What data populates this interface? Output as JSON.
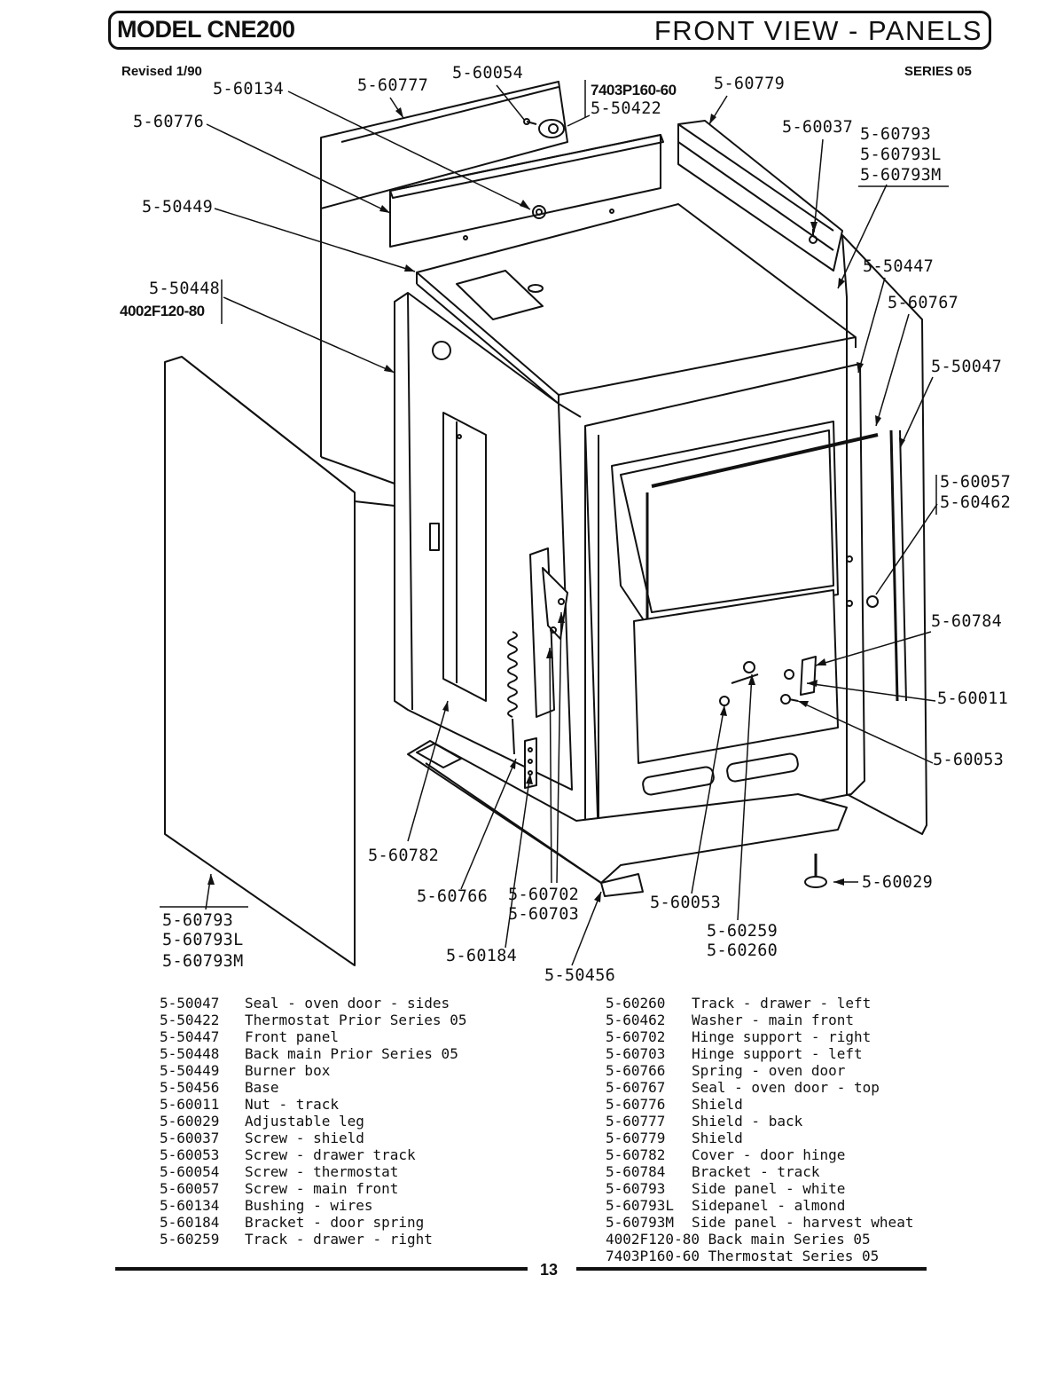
{
  "header": {
    "model": "MODEL CNE200",
    "title": "FRONT VIEW - PANELS",
    "revised": "Revised 1/90",
    "series": "SERIES 05"
  },
  "callouts": {
    "c_60134": "5-60134",
    "c_60777": "5-60777",
    "c_60054": "5-60054",
    "c_7403": "7403P160-60",
    "c_50422": "5-50422",
    "c_60779": "5-60779",
    "c_60776": "5-60776",
    "c_60037": "5-60037",
    "c_60793_a": "5-60793",
    "c_60793L_a": "5-60793L",
    "c_60793M_a": "5-60793M",
    "c_50449": "5-50449",
    "c_50447": "5-50447",
    "c_50448": "5-50448",
    "c_4002": "4002F120-80",
    "c_60767": "5-60767",
    "c_50047": "5-50047",
    "c_60057": "5-60057",
    "c_60462": "5-60462",
    "c_60784": "5-60784",
    "c_60011": "5-60011",
    "c_60053_r": "5-60053",
    "c_60782": "5-60782",
    "c_60029": "5-60029",
    "c_60766": "5-60766",
    "c_60702": "5-60702",
    "c_60703": "5-60703",
    "c_60053_b": "5-60053",
    "c_60259": "5-60259",
    "c_60260": "5-60260",
    "c_60793_b": "5-60793",
    "c_60793L_b": "5-60793L",
    "c_60793M_b": "5-60793M",
    "c_60184": "5-60184",
    "c_50456": "5-50456"
  },
  "legend_left": [
    {
      "part": "5-50047",
      "desc": "Seal - oven door - sides"
    },
    {
      "part": "5-50422",
      "desc": "Thermostat Prior Series 05"
    },
    {
      "part": "5-50447",
      "desc": "Front panel"
    },
    {
      "part": "5-50448",
      "desc": "Back main Prior Series 05"
    },
    {
      "part": "5-50449",
      "desc": "Burner box"
    },
    {
      "part": "5-50456",
      "desc": "Base"
    },
    {
      "part": "5-60011",
      "desc": "Nut - track"
    },
    {
      "part": "5-60029",
      "desc": "Adjustable leg"
    },
    {
      "part": "5-60037",
      "desc": "Screw - shield"
    },
    {
      "part": "5-60053",
      "desc": "Screw - drawer track"
    },
    {
      "part": "5-60054",
      "desc": "Screw - thermostat"
    },
    {
      "part": "5-60057",
      "desc": "Screw - main front"
    },
    {
      "part": "5-60134",
      "desc": "Bushing - wires"
    },
    {
      "part": "5-60184",
      "desc": "Bracket - door spring"
    },
    {
      "part": "5-60259",
      "desc": "Track - drawer - right"
    }
  ],
  "legend_right": [
    {
      "part": "5-60260",
      "desc": "Track - drawer - left"
    },
    {
      "part": "5-60462",
      "desc": "Washer - main front"
    },
    {
      "part": "5-60702",
      "desc": "Hinge support - right"
    },
    {
      "part": "5-60703",
      "desc": "Hinge support - left"
    },
    {
      "part": "5-60766",
      "desc": "Spring - oven door"
    },
    {
      "part": "5-60767",
      "desc": "Seal - oven door - top"
    },
    {
      "part": "5-60776",
      "desc": "Shield"
    },
    {
      "part": "5-60777",
      "desc": "Shield - back"
    },
    {
      "part": "5-60779",
      "desc": "Shield"
    },
    {
      "part": "5-60782",
      "desc": "Cover - door hinge"
    },
    {
      "part": "5-60784",
      "desc": "Bracket - track"
    },
    {
      "part": "5-60793",
      "desc": "Side panel - white"
    },
    {
      "part": "5-60793L",
      "desc": "Sidepanel - almond"
    },
    {
      "part": "5-60793M",
      "desc": "Side panel - harvest wheat"
    },
    {
      "part": "4002F120-80",
      "desc": "Back main  Series 05"
    },
    {
      "part": "7403P160-60",
      "desc": "Thermostat  Series 05"
    }
  ],
  "footer": {
    "page_number": "13"
  }
}
